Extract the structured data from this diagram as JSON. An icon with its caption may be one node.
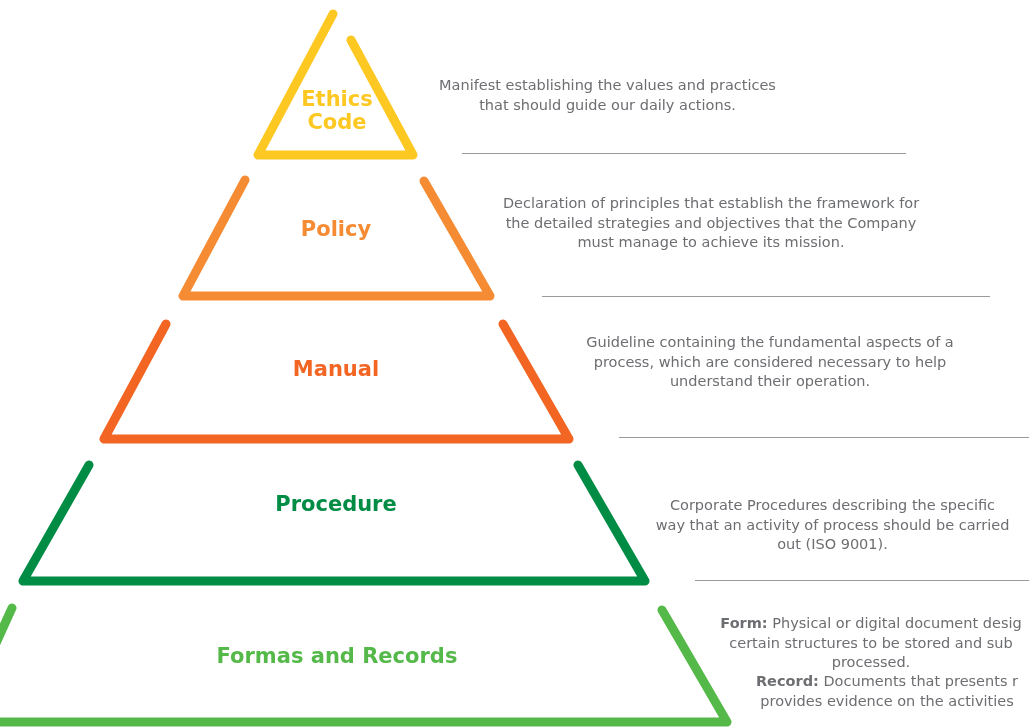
{
  "diagram": {
    "nodes": [
      {
        "text": [
          "Ethics Code"
        ],
        "beside": [
          "Manifest establishing the values and practices that should guide our daily actions."
        ]
      },
      {
        "text": [
          "Policy"
        ],
        "beside": [
          "Declaration of principles that establish the framework for the detailed strategies and objectives that the Company must manage to achieve its mission."
        ]
      },
      {
        "text": [
          "Manual"
        ],
        "beside": [
          "Guideline containing the fundamental aspects of a process, which are considered necessary to help understand their operation."
        ]
      },
      {
        "text": [
          "Procedure"
        ],
        "beside": [
          "Corporate Procedures describing the specific way that an activity of process should be carried out (ISO 9001)."
        ]
      },
      {
        "text": [
          "Formas and Records"
        ],
        "beside": [
          "**Form:** Physical or digital document desig certain structures to be stored and sub processed.",
          "**Record:** Documents that presents r provides evidence on the activities"
        ]
      }
    ]
  }
}
